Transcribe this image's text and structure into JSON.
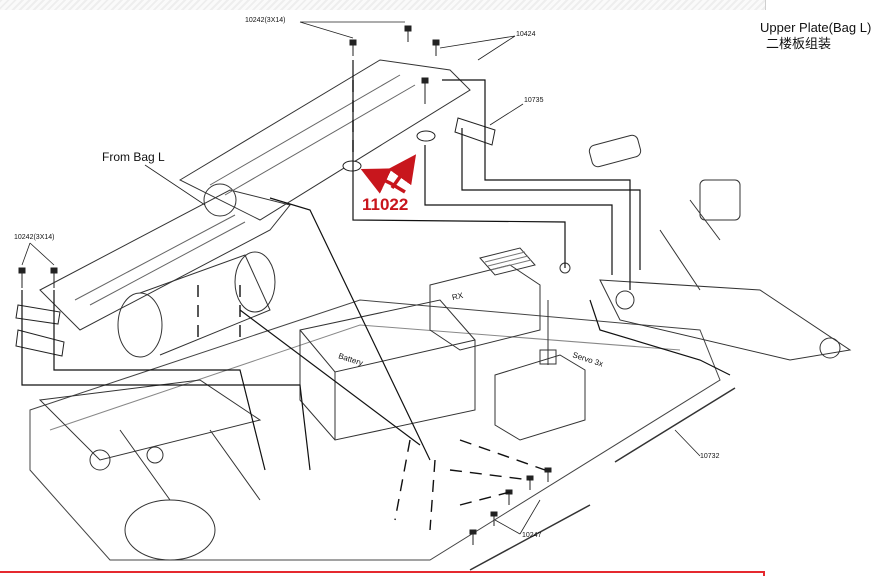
{
  "title": {
    "en": "Upper Plate(Bag L)",
    "zh": "二楼板组装"
  },
  "labels": {
    "screw_top": "10242(3X14)",
    "screw_left": "10242(3X14)",
    "part_10424": "10424",
    "part_10735": "10735",
    "part_11022": "11022",
    "from_bag": "From Bag L",
    "part_10732": "10732",
    "part_10247": "10247"
  },
  "body_text": {
    "servo": "Servo 3x",
    "battery": "Battery",
    "rx": "RX"
  },
  "colors": {
    "callout": "#c8161d",
    "accent_bar": "#e5292f",
    "line": "#111111"
  }
}
